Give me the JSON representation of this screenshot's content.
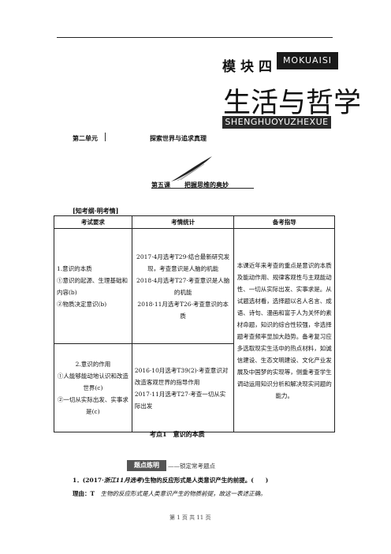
{
  "header": {
    "module_title": "模块四",
    "module_pinyin": "MOKUAISI",
    "main_title": "生活与哲学",
    "main_title_pinyin": "SHENGHUOYUZHEXUE"
  },
  "unit": {
    "label": "第二单元",
    "title": "探索世界与追求真理"
  },
  "lesson": {
    "label": "第五课",
    "title": "把握思维的奥妙"
  },
  "section_label": "[知考纲·明考情]",
  "table": {
    "headers": [
      "考试要求",
      "考情统计",
      "备考指导"
    ],
    "rows": [
      {
        "requirement": [
          "1.意识的本质",
          "①意识的起源、生理基础和内容(b)",
          "②物质决定意识(b)"
        ],
        "stats": [
          "2017·4月选考T29·结合最新研究发现，考查意识是人脑的机能",
          "2018·4月选考T27·考查意识是人脑的机能",
          "2018·11月选考T26·考查意识的本质"
        ]
      },
      {
        "requirement": [
          "2.意识的作用",
          "①人能够能动地认识和改造世界(c)",
          "②一切从实际出发、实事求是(c)"
        ],
        "stats": [
          "2016·10月选考T39(2)·考查意识对改造客观世界的指导作用",
          "2017·11月选考T27·考查一切从实际出发"
        ]
      }
    ],
    "guide": "本课近年来考查的重点是意识的本质及能动作用、规律客观性与主观能动性、一切从实际出发、实事求是。从试题选材看，选择题以名人名言、成语、诗句、漫画和富于人为关怀的素材命题，知识的综合性较强，非选择题考查频率显加大趋势。备考复习应多选取现实生活中的热点材料，如诚信建设、生态文明建设、文化产业发展及中国梦的实现等，侧重考查学生调动运用知识分析和解决现实问题的能力。"
  },
  "point": "考点1　意识的本质",
  "practice": {
    "tag": "题点练明",
    "tag_note": "——锁定常考题点",
    "q_prefix": "1．(2017·",
    "q_source": "浙江11月选考",
    "q_body": ")生物的反应形式是人类意识产生的前提。(　　)",
    "answer_label": "理由：T",
    "answer_text": "　生物的反应形式是人类意识产生的物质前提，故这一表述正确。"
  },
  "footer": {
    "page_text": "第 1 页 共 11 页"
  }
}
